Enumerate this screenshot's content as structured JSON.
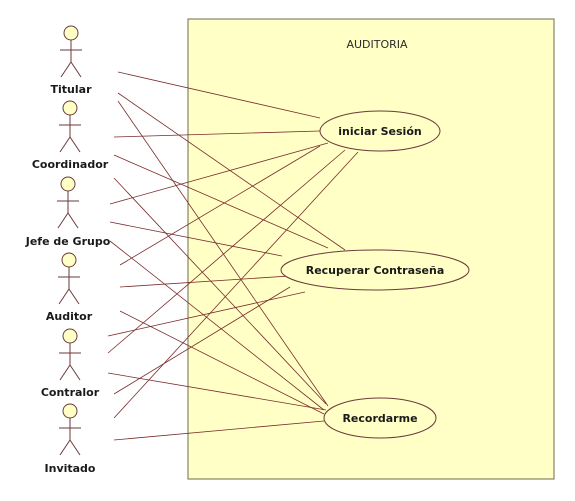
{
  "system": {
    "title": "AUDITORIA"
  },
  "actors": [
    {
      "id": "titular",
      "label": "Titular"
    },
    {
      "id": "coordinador",
      "label": "Coordinador"
    },
    {
      "id": "jefe-de-grupo",
      "label": "Jefe de Grupo"
    },
    {
      "id": "auditor",
      "label": "Auditor"
    },
    {
      "id": "contralor",
      "label": "Contralor"
    },
    {
      "id": "invitado",
      "label": "Invitado"
    }
  ],
  "use_cases": [
    {
      "id": "iniciar-sesion",
      "label": "iniciar Sesión"
    },
    {
      "id": "recuperar-contrasena",
      "label": "Recuperar Contraseña"
    },
    {
      "id": "recordarme",
      "label": "Recordarme"
    }
  ],
  "associations": [
    {
      "actor": "titular",
      "use_case": "iniciar-sesion"
    },
    {
      "actor": "titular",
      "use_case": "recuperar-contrasena"
    },
    {
      "actor": "titular",
      "use_case": "recordarme"
    },
    {
      "actor": "coordinador",
      "use_case": "iniciar-sesion"
    },
    {
      "actor": "coordinador",
      "use_case": "recuperar-contrasena"
    },
    {
      "actor": "coordinador",
      "use_case": "recordarme"
    },
    {
      "actor": "jefe-de-grupo",
      "use_case": "iniciar-sesion"
    },
    {
      "actor": "jefe-de-grupo",
      "use_case": "recuperar-contrasena"
    },
    {
      "actor": "jefe-de-grupo",
      "use_case": "recordarme"
    },
    {
      "actor": "auditor",
      "use_case": "iniciar-sesion"
    },
    {
      "actor": "auditor",
      "use_case": "recuperar-contrasena"
    },
    {
      "actor": "auditor",
      "use_case": "recordarme"
    },
    {
      "actor": "contralor",
      "use_case": "iniciar-sesion"
    },
    {
      "actor": "contralor",
      "use_case": "recuperar-contrasena"
    },
    {
      "actor": "contralor",
      "use_case": "recordarme"
    },
    {
      "actor": "invitado",
      "use_case": "iniciar-sesion"
    },
    {
      "actor": "invitado",
      "use_case": "recuperar-contrasena"
    },
    {
      "actor": "invitado",
      "use_case": "recordarme"
    }
  ]
}
